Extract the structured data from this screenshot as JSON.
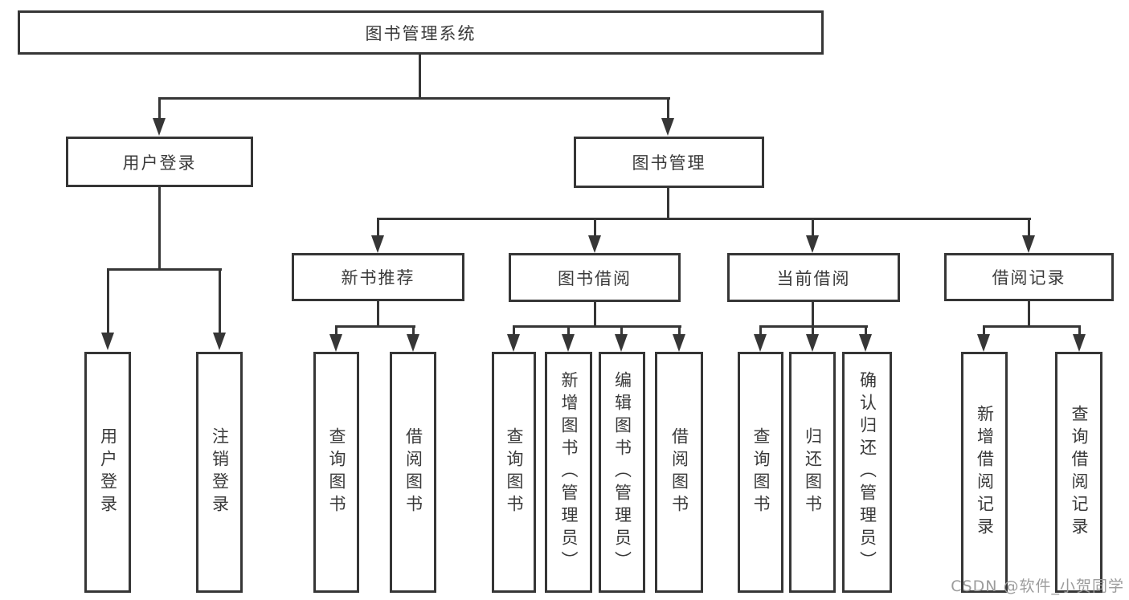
{
  "diagram": {
    "title": "图书管理系统",
    "root_label": "图书管理系统",
    "nodes": {
      "user_login": "用户登录",
      "book_mgmt": "图书管理",
      "new_book_rec": "新书推荐",
      "book_borrow": "图书借阅",
      "current_borrow": "当前借阅",
      "borrow_record": "借阅记录"
    },
    "leaves": {
      "user_login": [
        "用户登录",
        "注销登录"
      ],
      "new_book_rec": [
        "查询图书",
        "借阅图书"
      ],
      "book_borrow": [
        "查询图书",
        "新增图书（管理员）",
        "编辑图书（管理员）",
        "借阅图书"
      ],
      "current_borrow": [
        "查询图书",
        "归还图书",
        "确认归还（管理员）"
      ],
      "borrow_record": [
        "新增借阅记录",
        "查询借阅记录"
      ]
    },
    "line_color": "#363636",
    "text_color": "#3a3a3a"
  },
  "watermark": {
    "text": "CSDN @软件_小贺同学",
    "color": "#9c9c9c"
  }
}
